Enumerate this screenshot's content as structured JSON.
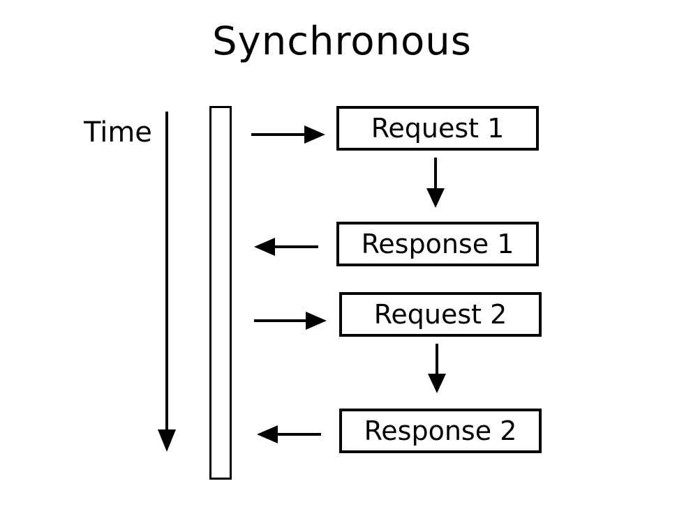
{
  "diagram": {
    "title": "Synchronous",
    "time_label": "Time",
    "steps": [
      {
        "label": "Request 1"
      },
      {
        "label": "Response 1"
      },
      {
        "label": "Request 2"
      },
      {
        "label": "Response 2"
      }
    ]
  },
  "colors": {
    "ink": "#000000",
    "background": "#ffffff"
  }
}
